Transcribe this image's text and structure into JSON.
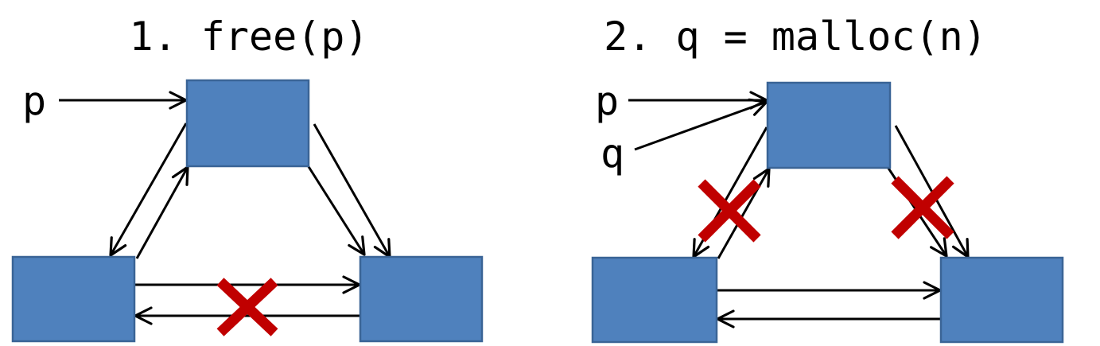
{
  "colors": {
    "node_fill": "#4f81bd",
    "node_stroke": "#3a6496",
    "cross": "#c00000",
    "arrow": "#000000"
  },
  "panels": [
    {
      "title": "1. free(p)",
      "pointer_labels": [
        "p"
      ],
      "removed_links": [
        "bottom-left to bottom-right link pair"
      ]
    },
    {
      "title": "2. q = malloc(n)",
      "pointer_labels": [
        "p",
        "q"
      ],
      "removed_links": [
        "top to bottom-left link pair",
        "top to bottom-right link"
      ]
    }
  ]
}
